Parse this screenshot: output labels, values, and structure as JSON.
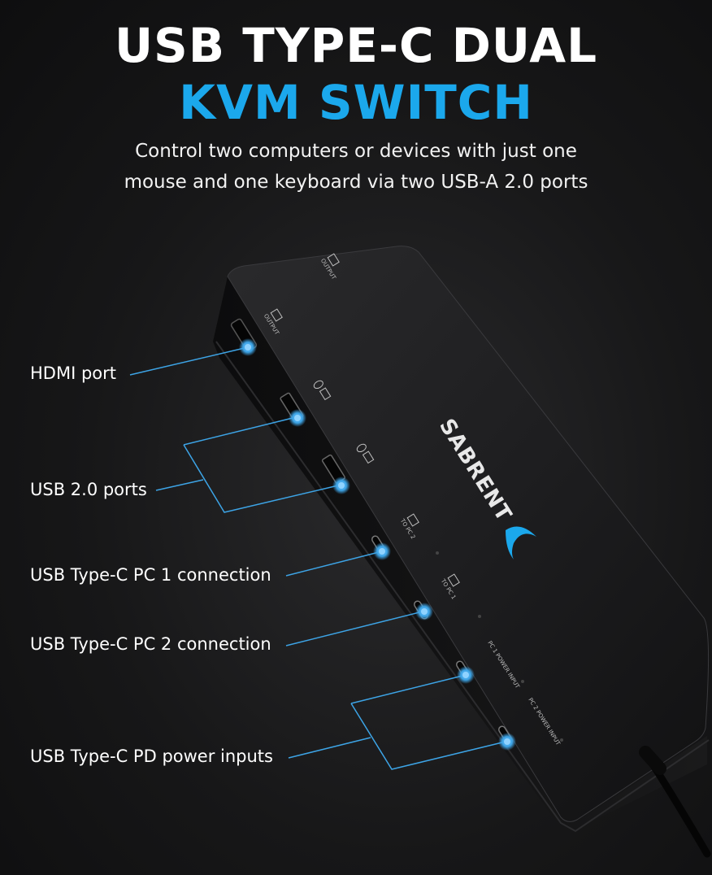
{
  "heading": {
    "line1": "USB TYPE-C DUAL",
    "line2": "KVM SWITCH",
    "accent_color": "#1ba8ec"
  },
  "subtitle": {
    "line1": "Control two computers or devices with just one",
    "line2": "mouse and one keyboard via two USB-A 2.0 ports"
  },
  "device": {
    "brand": "SABRENT",
    "port_labels": {
      "output_top": "OUTPUT",
      "output_side": "OUTPUT",
      "to_pc2": "TO PC 2",
      "to_pc1": "TO PC 1",
      "pc1_power": "PC 1 POWER INPUT",
      "pc2_power": "PC 2 POWER INPUT"
    }
  },
  "callouts": {
    "hdmi": "HDMI port",
    "usb2": "USB 2.0 ports",
    "pc1": "USB Type-C PC 1 connection",
    "pc2": "USB Type-C PC 2 connection",
    "power": "USB Type-C PD power inputs"
  },
  "colors": {
    "line_blue": "#3da4e6",
    "device_body": "#1c1c1e"
  }
}
